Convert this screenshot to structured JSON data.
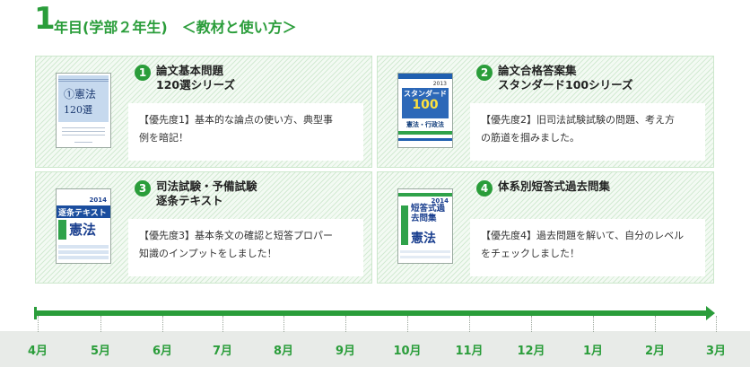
{
  "heading": {
    "year_number": "1",
    "year_text": "年目(学部２年生)　＜教材と使い方＞"
  },
  "cards": [
    {
      "number": "1",
      "title_line1": "論文基本問題",
      "title_line2": "120選シリーズ",
      "desc_line1": "【優先度1】基本的な論点の使い方、典型事",
      "desc_line2": "例を暗記！",
      "book": {
        "line1": "①憲法",
        "line2": "120選"
      }
    },
    {
      "number": "2",
      "title_line1": "論文合格答案集",
      "title_line2": "スタンダード100シリーズ",
      "desc_line1": "【優先度2】旧司法試験試験の問題、考え方",
      "desc_line2": "の筋道を掴みました。",
      "book": {
        "year": "2013",
        "brand": "スタンダード",
        "number": "100",
        "subject": "憲法・行政法"
      }
    },
    {
      "number": "3",
      "title_line1": "司法試験・予備試験",
      "title_line2": "逐条テキスト",
      "desc_line1": "【優先度3】基本条文の確認と短答プロパー",
      "desc_line2": "知識のインプットをしました！",
      "book": {
        "year": "2014",
        "title": "逐条テキスト",
        "subject": "憲法"
      }
    },
    {
      "number": "4",
      "title_line1": "体系別短答式過去問集",
      "title_line2": "",
      "desc_line1": "【優先度4】過去問題を解いて、自分のレベル",
      "desc_line2": "をチェックしました！",
      "book": {
        "year": "2014",
        "title": "短答式過去問集",
        "subject": "憲法"
      }
    }
  ],
  "timeline": {
    "months": [
      "4月",
      "5月",
      "6月",
      "7月",
      "8月",
      "9月",
      "10月",
      "11月",
      "12月",
      "1月",
      "2月",
      "3月"
    ]
  },
  "colors": {
    "accent": "#2a9d3a",
    "card_bg": "#f3faf3",
    "timeline_band": "#e8ebe8"
  }
}
